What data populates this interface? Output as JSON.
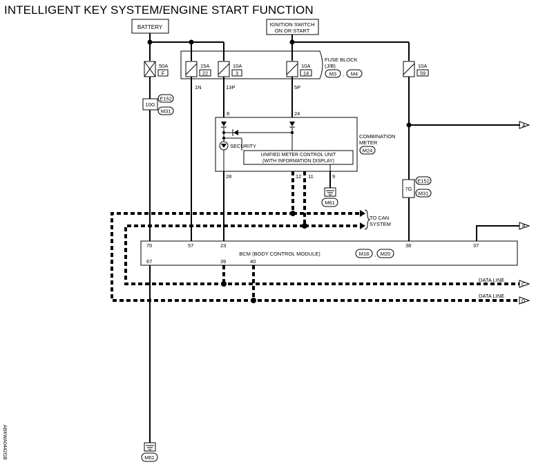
{
  "title": "INTELLIGENT KEY SYSTEM/ENGINE START FUNCTION",
  "side_code": "ABKWA0442GB",
  "sources": {
    "battery": "BATTERY",
    "ignition_line1": "IGNITION SWITCH",
    "ignition_line2": "ON OR START"
  },
  "fuse_block": {
    "line1": "FUSE BLOCK",
    "line2": "(J/B)",
    "conn1": "M3",
    "conn2": "M4",
    "sep": ","
  },
  "fuses": [
    {
      "amp": "50A",
      "id": "F"
    },
    {
      "amp": "15A",
      "id": "22"
    },
    {
      "amp": "10A",
      "id": "3"
    },
    {
      "amp": "10A",
      "id": "14"
    },
    {
      "amp": "10A",
      "id": "59"
    }
  ],
  "fuse_terminals": {
    "f22": "1N",
    "f3": "13P",
    "f14": "5P"
  },
  "joint_left": {
    "pin": "10G",
    "conn1": "E152",
    "conn2": "M31"
  },
  "joint_right": {
    "pin": "7G",
    "conn1": "E152",
    "conn2": "M31"
  },
  "meter": {
    "label1": "COMBINATION",
    "label2": "METER",
    "conn": "M24",
    "pin_in1": "8",
    "pin_in2": "24",
    "security": "SECURITY",
    "unit1": "UNIFIED METER CONTROL UNIT",
    "unit2": "(WITH INFORMATION DISPLAY)",
    "pin28": "28",
    "pin12": "12",
    "pin11": "11",
    "pin9": "9",
    "ground": "M61"
  },
  "can": {
    "line1": "TO CAN",
    "line2": "SYSTEM"
  },
  "bcm": {
    "label": "BCM (BODY CONTROL MODULE)",
    "conn1": "M18",
    "conn2": "M20",
    "sep": ",",
    "pin70": "70",
    "pin57": "57",
    "pin23": "23",
    "pin38": "38",
    "pin37": "37",
    "pin67": "67",
    "pin39": "39",
    "pin40": "40"
  },
  "data_line": "DATA LINE",
  "arrows": {
    "a": "A",
    "b": "B",
    "c": "C",
    "d": "D"
  },
  "ground_bottom": "M61"
}
